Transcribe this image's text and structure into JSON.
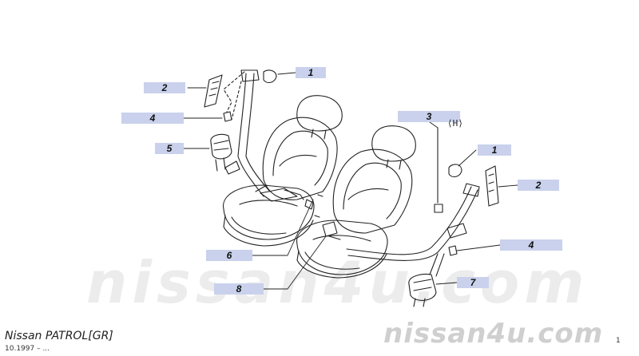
{
  "callouts": {
    "c1_left": "1",
    "c2_left": "2",
    "c4_left": "4",
    "c5": "5",
    "c3": "3",
    "c1_right": "1",
    "c2_right": "2",
    "c4_right": "4",
    "c6": "6",
    "c7": "7",
    "c8": "8"
  },
  "diagram": {
    "handedness_mark": "⟨H⟩"
  },
  "watermark": "nissan4u.com",
  "footer": {
    "model": "Nissan PATROL[GR]",
    "date": "10.1997 – ...",
    "brand": "nissan4u.com",
    "page_mark": "1"
  }
}
